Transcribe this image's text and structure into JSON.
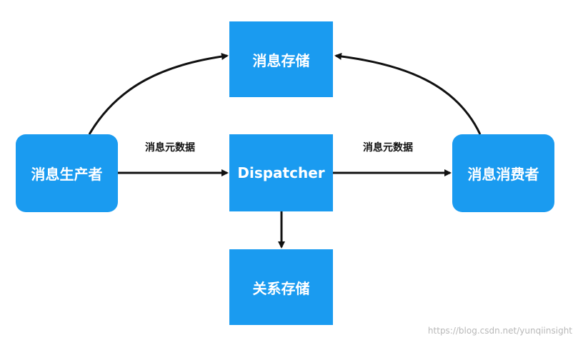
{
  "nodes": {
    "storage_top": "消息存储",
    "producer": "消息生产者",
    "dispatcher": "Dispatcher",
    "consumer": "消息消费者",
    "storage_bottom": "关系存储"
  },
  "edge_labels": {
    "producer_to_dispatcher": "消息元数据",
    "dispatcher_to_consumer": "消息元数据"
  },
  "watermark": "https://blog.csdn.net/yunqiinsight",
  "colors": {
    "node_fill": "#1a9bf0",
    "arrow": "#111111"
  }
}
